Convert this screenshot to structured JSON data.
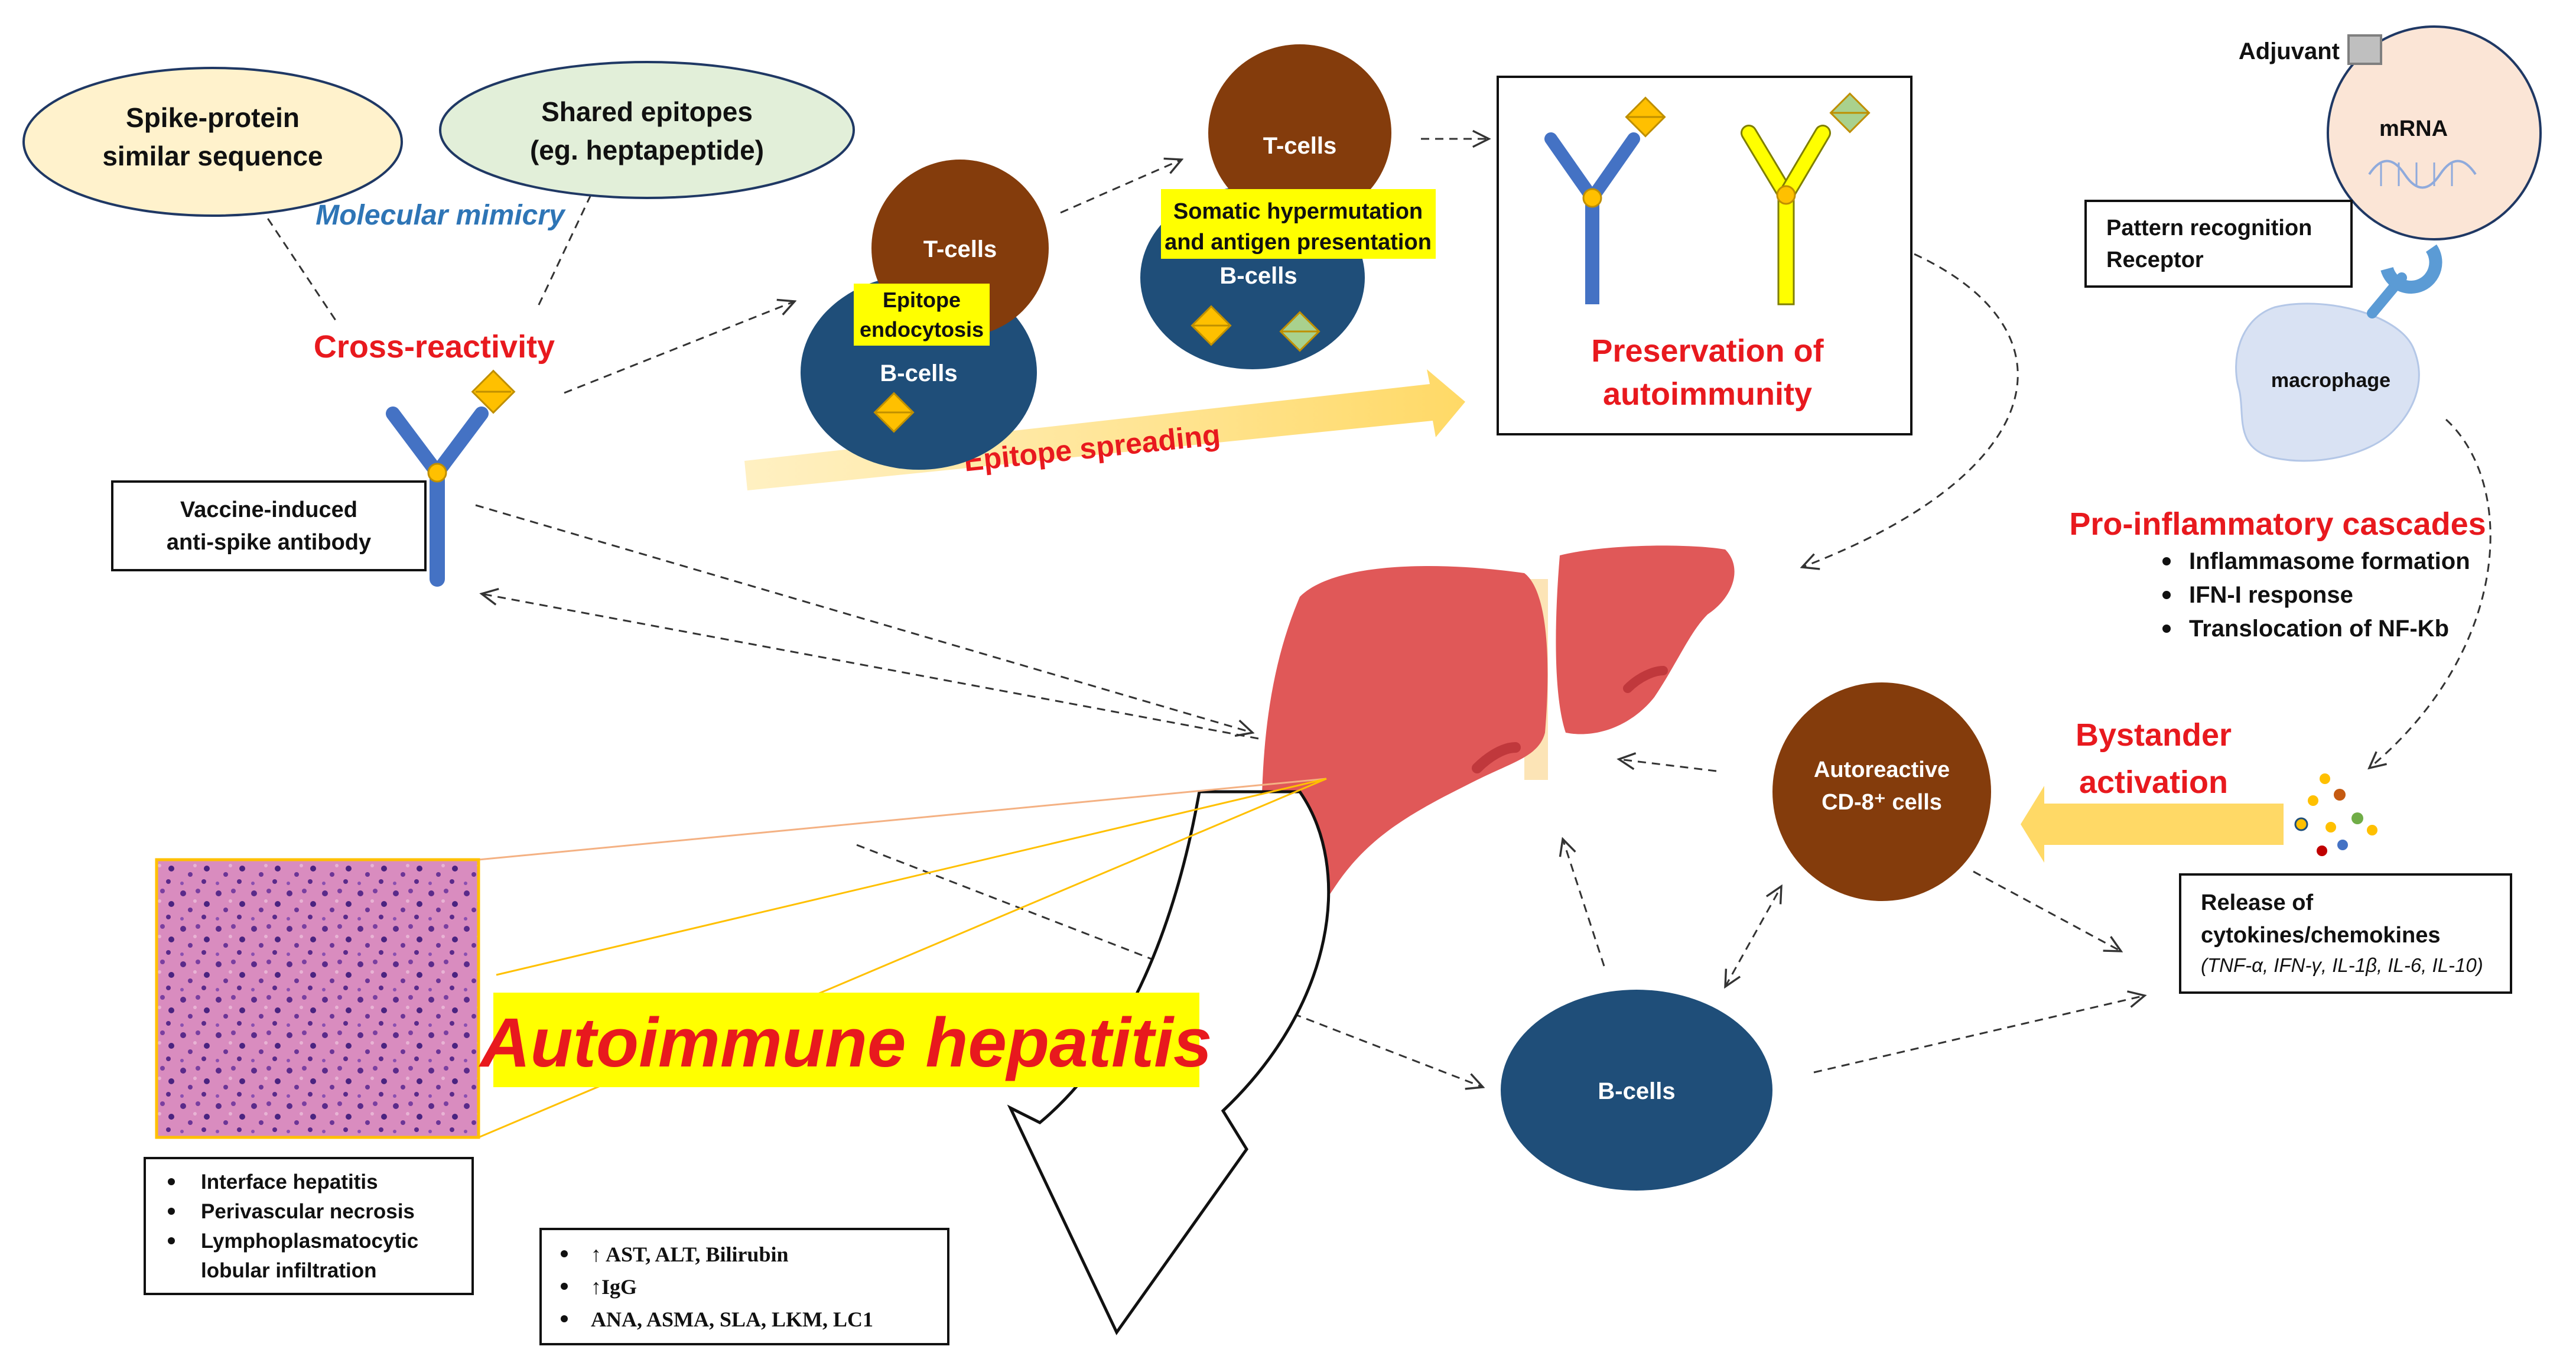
{
  "mimicry": {
    "spike_line1": "Spike-protein",
    "spike_line2": "similar sequence",
    "shared_line1": "Shared epitopes",
    "shared_line2": "(eg. heptapeptide)",
    "label": "Molecular mimicry",
    "cross_reactivity": "Cross-reactivity"
  },
  "antibody_box": {
    "line1": "Vaccine-induced",
    "line2": "anti-spike antibody"
  },
  "cells": {
    "tcells_1": "T-cells",
    "epitope_endocytosis_line1": "Epitope",
    "epitope_endocytosis_line2": "endocytosis",
    "bcells_1": "B-cells",
    "tcells_2": "T-cells",
    "somatic_line1": "Somatic hypermutation",
    "somatic_line2": "and antigen presentation",
    "bcells_2": "B-cells",
    "epitope_spreading": "Epitope spreading",
    "bcells_3": "B-cells",
    "autoreactive_line1": "Autoreactive",
    "autoreactive_line2": "CD-8⁺ cells"
  },
  "preservation": {
    "line1": "Preservation of",
    "line2": "autoimmunity"
  },
  "mrna": {
    "adjuvant": "Adjuvant",
    "mrna": "mRNA",
    "prr_line1": "Pattern recognition",
    "prr_line2": "Receptor",
    "macrophage": "macrophage"
  },
  "cascades": {
    "title": "Pro-inflammatory cascades",
    "items": [
      "Inflammasome formation",
      "IFN-I response",
      "Translocation of NF-Kb"
    ]
  },
  "bystander": {
    "line1": "Bystander",
    "line2": "activation"
  },
  "cytokines": {
    "line1": "Release of",
    "line2": "cytokines/chemokines",
    "list": "(TNF-α, IFN-γ, IL-1β, IL-6, IL-10)"
  },
  "title": "Autoimmune hepatitis",
  "histology": {
    "items": [
      "Interface hepatitis",
      "Perivascular necrosis",
      "Lymphoplasmatocytic",
      "lobular infiltration"
    ]
  },
  "labs": {
    "items": [
      "↑ AST, ALT, Bilirubin",
      "↑IgG",
      "ANA, ASMA, SLA, LKM, LC1"
    ]
  },
  "colors": {
    "red_label": "#e8191e",
    "blue_label": "#2e75b6",
    "cell_brown": "#843c0c",
    "cell_blue": "#1f4e79",
    "liver": "#e05858",
    "highlight": "#ffff00",
    "arrow_fill": "#ffe699",
    "antibody_blue": "#4472c4",
    "antibody_yellow": "#ffff00",
    "epitope_orange": "#f4b183"
  }
}
